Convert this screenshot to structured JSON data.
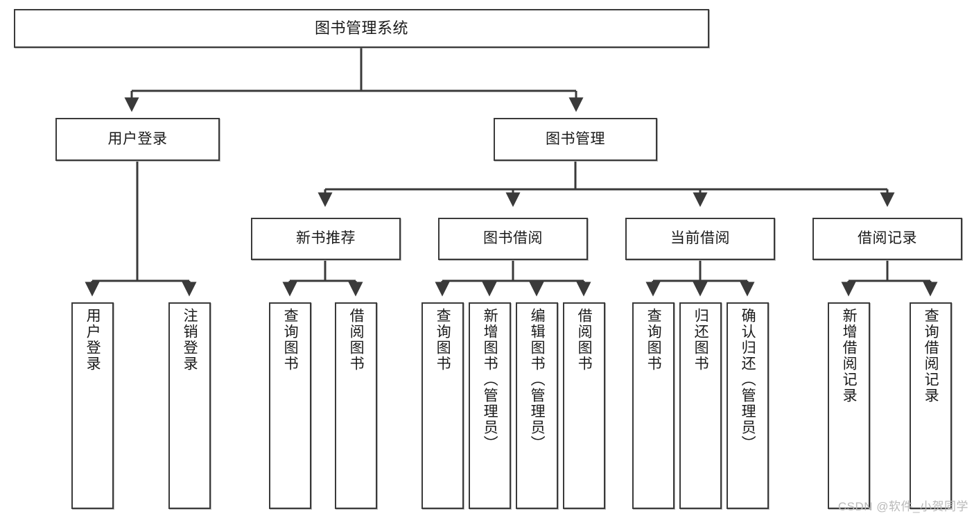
{
  "diagram": {
    "title": "图书管理系统",
    "type": "tree-hierarchy",
    "watermark": "CSDN @软件_小贺同学",
    "colors": {
      "box_border": "#3a3a3a",
      "box_fill": "#ffffff",
      "connector": "#3a3a3a",
      "text": "#1a1a1a",
      "watermark": "#b9b9b9"
    },
    "nodes": {
      "root": {
        "label": "图书管理系统"
      },
      "level2": [
        {
          "label": "用户登录"
        },
        {
          "label": "图书管理"
        }
      ],
      "level3": [
        {
          "label": "新书推荐"
        },
        {
          "label": "图书借阅"
        },
        {
          "label": "当前借阅"
        },
        {
          "label": "借阅记录"
        }
      ],
      "leaves": {
        "user_login": [
          {
            "label": "用户登录"
          },
          {
            "label": "注销登录"
          }
        ],
        "new_book_recommend": [
          {
            "label": "查询图书"
          },
          {
            "label": "借阅图书"
          }
        ],
        "book_borrow": [
          {
            "label": "查询图书"
          },
          {
            "label": "新增图书（管理员）"
          },
          {
            "label": "编辑图书（管理员）"
          },
          {
            "label": "借阅图书"
          }
        ],
        "current_borrow": [
          {
            "label": "查询图书"
          },
          {
            "label": "归还图书"
          },
          {
            "label": "确认归还（管理员）"
          }
        ],
        "borrow_record": [
          {
            "label": "新增借阅记录"
          },
          {
            "label": "查询借阅记录"
          }
        ]
      }
    }
  }
}
